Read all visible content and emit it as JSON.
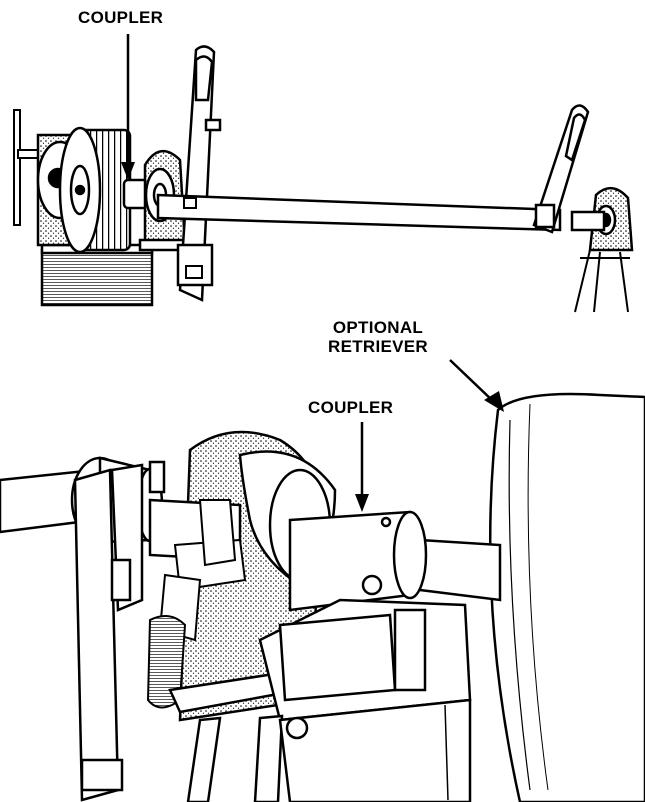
{
  "labels": {
    "top_coupler": "COUPLER",
    "optional_retriever_line1": "OPTIONAL",
    "optional_retriever_line2": "RETRIEVER",
    "bottom_coupler": "COUPLER"
  },
  "colors": {
    "ink": "#000000",
    "paper": "#ffffff",
    "shade": "#d8d8d8"
  }
}
